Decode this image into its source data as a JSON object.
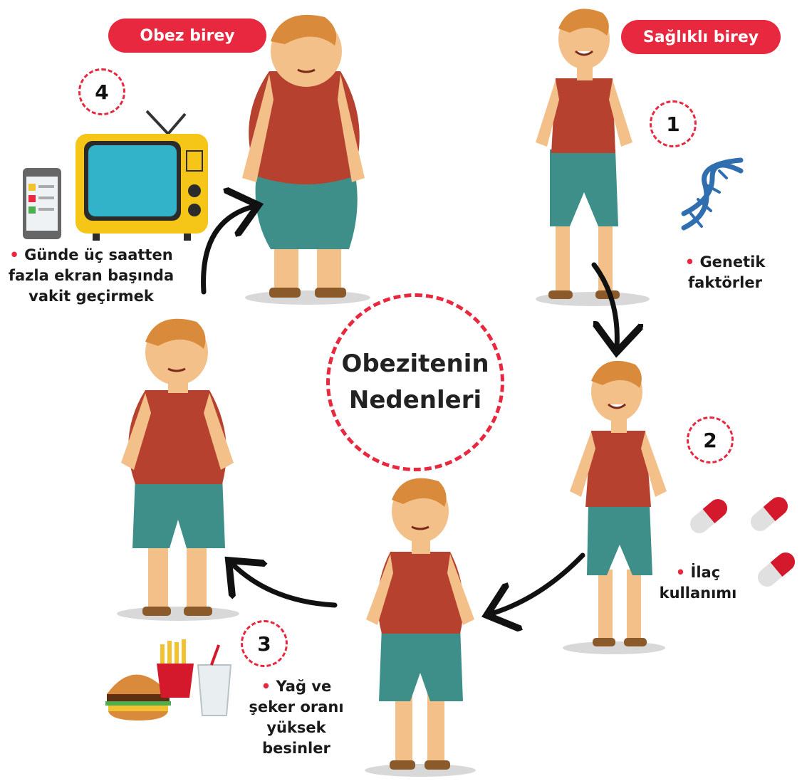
{
  "title": {
    "line1": "Obezitenin",
    "line2": "Nedenleri"
  },
  "badges": {
    "obese": "Obez birey",
    "healthy": "Sağlıklı birey"
  },
  "steps": [
    {
      "number": "1",
      "label_lines": [
        "Genetik",
        "faktörler"
      ]
    },
    {
      "number": "2",
      "label_lines": [
        "İlaç",
        "kullanımı"
      ]
    },
    {
      "number": "3",
      "label_lines": [
        "Yağ ve",
        "şeker oranı",
        "yüksek",
        "besinler"
      ]
    },
    {
      "number": "4",
      "label_lines": [
        "Günde üç saatten",
        "fazla ekran başında",
        "vakit geçirmek"
      ]
    }
  ],
  "bullet": "•",
  "colors": {
    "accent": "#e8283f",
    "shirt": "#b5412e",
    "shorts": "#3e8f8a",
    "hair": "#d98a3a",
    "skin": "#f4c08a"
  }
}
